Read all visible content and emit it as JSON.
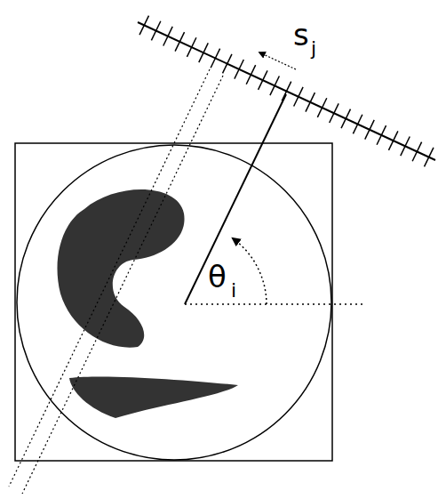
{
  "diagram": {
    "labels": [
      "s",
      "j",
      "θ",
      "i"
    ]
  }
}
